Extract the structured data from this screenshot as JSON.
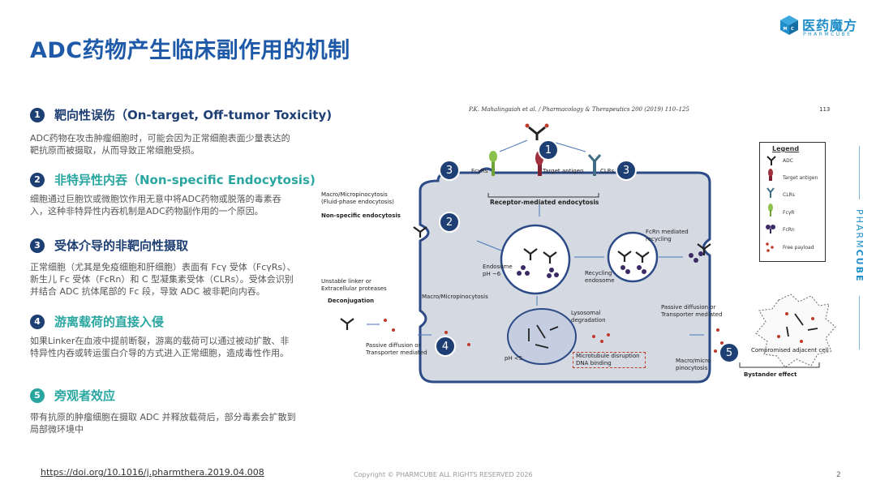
{
  "slide": {
    "title": "ADC药物产生临床副作用的机制",
    "doi": "https://doi.org/10.1016/j.pharmthera.2019.04.008",
    "copyright": "Copyright © PHARMCUBE ALL RIGHTS RESERVED 2026",
    "page_number": "2"
  },
  "logo": {
    "cn": "医药魔方",
    "en": "PHARMCUBE",
    "side_light": "PHARM",
    "side_bold": "CUBE",
    "color": "#1f8ec9"
  },
  "sections": [
    {
      "number": "1",
      "title": "靶向性误伤（On-target, Off-tumor Toxicity)",
      "body": "ADC药物在攻击肿瘤细胞时，可能会因为正常细胞表面少量表达的靶抗原而被摄取，从而导致正常细胞受损。",
      "color": "#1e3f73"
    },
    {
      "number": "2",
      "title": "非特异性内吞（Non-specific Endocytosis)",
      "body": "细胞通过巨胞饮或微胞饮作用无意中将ADC药物或脱落的毒素吞入，这种非特异性内吞机制是ADC药物副作用的一个原因。",
      "color": "#2aa6a0"
    },
    {
      "number": "3",
      "title": "受体介导的非靶向性摄取",
      "body": "正常细胞（尤其是免疫细胞和肝细胞）表面有 Fcγ 受体（FcγRs）、新生儿 Fc 受体（FcRn）和 C 型凝集素受体（CLRs）。受体会识别并结合 ADC 抗体尾部的 Fc 段，导致 ADC 被非靶向内吞。",
      "color": "#1e3f73"
    },
    {
      "number": "4",
      "title": "游离载荷的直接入侵",
      "body": "如果Linker在血液中提前断裂，游离的载荷可以通过被动扩散、非特异性内吞或转运蛋白介导的方式进入正常细胞，造成毒性作用。",
      "color": "#2aa6a0"
    },
    {
      "number": "5",
      "title": "旁观者效应",
      "body": "带有抗原的肿瘤细胞在摄取 ADC 并释放载荷后，部分毒素会扩散到局部微环境中",
      "color": "#2aa6a0"
    }
  ],
  "figure": {
    "citation": "P.K. Mahalingaiah et al. / Pharmacology & Therapeutics 200 (2019) 110–125",
    "citation_page": "113",
    "labels": {
      "fcgrs": "FcγRs",
      "target_antigen": "Target antigen",
      "clrs": "CLRs",
      "receptor_mediated": "Receptor-mediated endocytosis",
      "macro_fluid": "Macro/Micropinocytosis\n(Fluid-phase endocytosis)",
      "non_specific": "Non-specific endocytosis",
      "endosome": "Endosome\npH ~6",
      "recycling_endosome": "Recycling\nendosome",
      "fcrn_recycling": "FcRn mediated\nrecycling",
      "unstable_linker": "Unstable linker or\nExtracellular proteases",
      "deconjugation": "Deconjugation",
      "macro_micro_left": "Macro/Micropinocytosis",
      "passive_left": "Passive diffusion or\nTransporter mediated",
      "lysosomal": "Lysosomal\ndegradation",
      "ph5": "pH <5",
      "microtubule": "Microtubule disruption\nDNA binding",
      "passive_right": "Passive diffusion or\nTransporter mediated",
      "macro_micro_right": "Macro/micro\npinocytosis",
      "compromised": "Compromised adjacent cell",
      "bystander": "Bystander effect"
    },
    "badges": [
      "1",
      "2",
      "3",
      "3",
      "4",
      "5"
    ],
    "legend": {
      "title": "Legend",
      "items": [
        "ADC",
        "Target antigen",
        "CLRs",
        "FcγR",
        "FcRn",
        "Free payload"
      ]
    }
  }
}
